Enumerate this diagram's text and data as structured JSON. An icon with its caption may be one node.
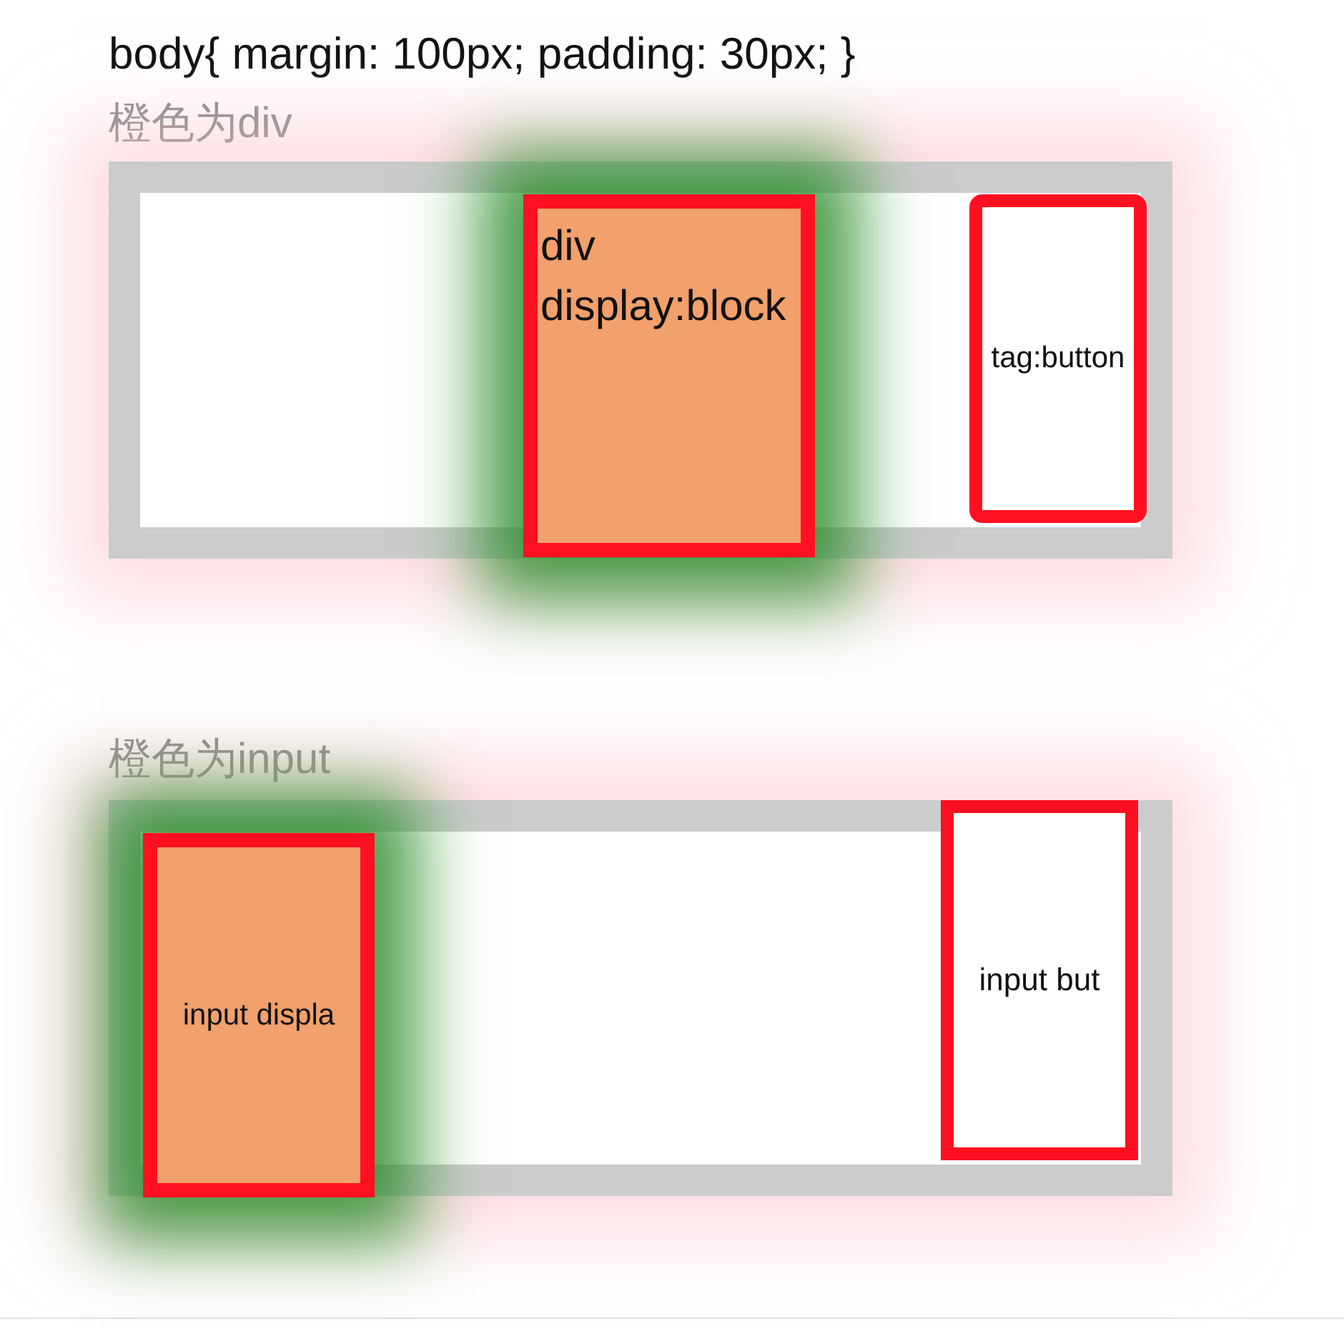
{
  "diagram": {
    "title": "body{ margin: 100px; padding: 30px; }",
    "nodes": [
      {
        "text": [
          "橙色为div"
        ]
      },
      {
        "text": [
          "div display:block"
        ],
        "in": 0
      },
      {
        "text": [
          "tag:button"
        ],
        "in": 0
      },
      {
        "text": [
          "橙色为input"
        ]
      },
      {
        "text": [
          "input displa"
        ],
        "in": 3
      },
      {
        "text": [
          "input but"
        ],
        "in": 3
      }
    ]
  }
}
